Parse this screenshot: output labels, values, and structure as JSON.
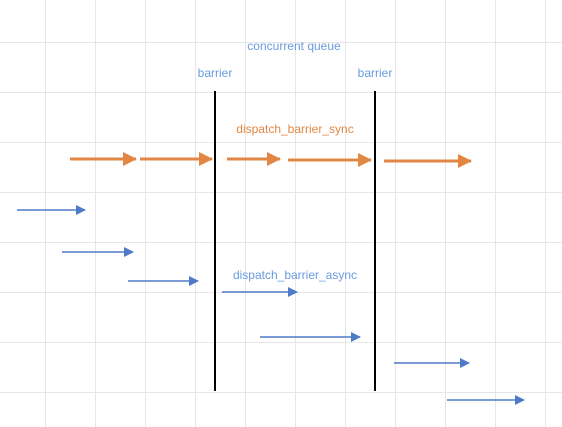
{
  "title": "concurrent queue",
  "barrier_left_label": "barrier",
  "barrier_right_label": "barrier",
  "sync_label": "dispatch_barrier_sync",
  "async_label": "dispatch_barrier_async",
  "colors": {
    "blue_arrow": "#4f7ac7",
    "orange_arrow": "#e28743",
    "blue_text": "#6a9be0",
    "barrier_line": "#000000"
  }
}
